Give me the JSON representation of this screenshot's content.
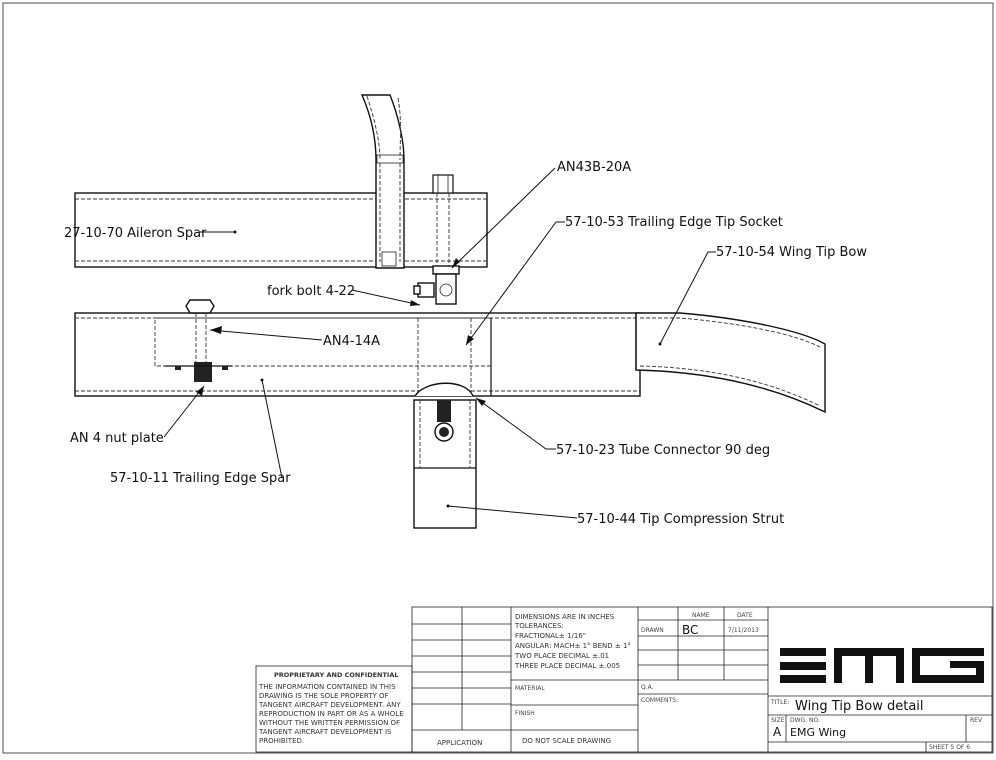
{
  "drawing": {
    "callouts": {
      "aileron_spar": "27-10-70 Aileron Spar",
      "an43b": "AN43B-20A",
      "socket": "57-10-53 Trailing Edge Tip Socket",
      "tip_bow": "57-10-54 Wing Tip Bow",
      "fork_bolt": "fork bolt 4-22",
      "an4": "AN4-14A",
      "nut_plate": "AN 4 nut plate",
      "te_spar": "57-10-11 Trailing Edge Spar",
      "tube_connector": "57-10-23 Tube Connector 90 deg",
      "strut": "57-10-44 Tip Compression Strut"
    }
  },
  "title_block": {
    "proprietary_title": "PROPRIETARY AND CONFIDENTIAL",
    "proprietary_lines": [
      "THE INFORMATION CONTAINED IN THIS",
      "DRAWING IS THE SOLE PROPERTY OF",
      "TANGENT AIRCRAFT DEVELOPMENT.  ANY",
      "REPRODUCTION IN PART OR AS A WHOLE",
      "WITHOUT THE WRITTEN PERMISSION OF",
      "TANGENT AIRCRAFT DEVELOPMENT IS",
      "PROHIBITED."
    ],
    "tolerance_lines": [
      "DIMENSIONS ARE IN INCHES",
      "TOLERANCES:",
      "FRACTIONAL± 1/16\"",
      "ANGULAR: MACH± 1°  BEND ± 1°",
      "TWO PLACE DECIMAL    ±.01",
      "THREE PLACE DECIMAL  ±.005"
    ],
    "material": "MATERIAL",
    "finish": "FINISH",
    "application": "APPLICATION",
    "do_not_scale": "DO  NOT  SCALE  DRAWING",
    "name_header": "NAME",
    "date_header": "DATE",
    "drawn_label": "DRAWN",
    "drawn_name": "BC",
    "drawn_date": "7/11/2013",
    "qa_label": "Q.A.",
    "comments_label": "COMMENTS:",
    "logo": "EMG",
    "title_label": "TITLE:",
    "title": "Wing Tip Bow detail",
    "size_label": "SIZE",
    "size": "A",
    "dwg_no_label": "DWG.  NO.",
    "dwg_no": "EMG Wing",
    "rev_label": "REV",
    "sheet": "SHEET 5 OF 6"
  }
}
